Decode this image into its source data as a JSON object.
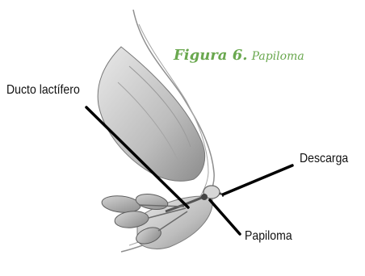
{
  "figure": {
    "caption_number": "Figura 6.",
    "caption_text": "Papiloma"
  },
  "labels": {
    "ducto": "Ducto lactífero",
    "descarga": "Descarga",
    "papiloma": "Papiloma"
  },
  "colors": {
    "caption": "#6aa84f",
    "ink": "#111111",
    "sketch": "#6f6f6f"
  }
}
